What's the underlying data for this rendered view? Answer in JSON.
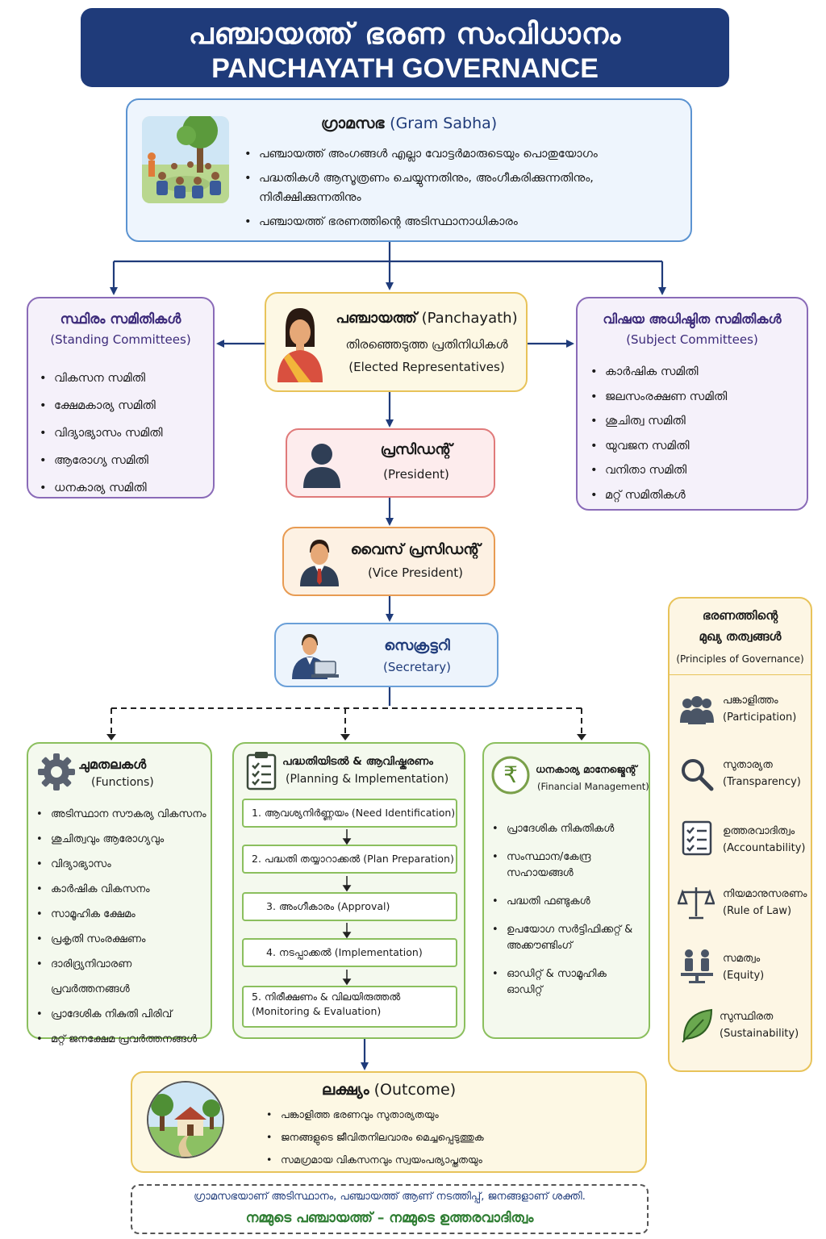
{
  "header": {
    "title_ml": "പഞ്ചായത്ത് ഭരണ സംവിധാനം",
    "title_en": "PANCHAYATH GOVERNANCE"
  },
  "gram_sabha": {
    "title_ml": "ഗ്രാമസഭ",
    "title_en": "(Gram Sabha)",
    "items": [
      "പഞ്ചായത്ത് അംഗങ്ങൾ എല്ലാ വോട്ടർമാരുടെയും പൊതുയോഗം",
      "പദ്ധതികൾ ആസൂത്രണം ചെയ്യുന്നതിനും, അംഗീകരിക്കുന്നതിനും, നിരീക്ഷിക്കുന്നതിനും",
      "പഞ്ചായത്ത് ഭരണത്തിന്റെ അടിസ്ഥാനാധികാരം"
    ]
  },
  "standing_committees": {
    "title_ml": "സ്ഥിരം സമിതികൾ",
    "title_en": "(Standing Committees)",
    "items": [
      "വികസന സമിതി",
      "ക്ഷേമകാര്യ സമിതി",
      "വിദ്യാഭ്യാസം സമിതി",
      "ആരോഗ്യ സമിതി",
      "ധനകാര്യ സമിതി"
    ]
  },
  "panchayath": {
    "title_ml": "പഞ്ചായത്ത്",
    "title_en": "(Panchayath)",
    "sub_ml": "തിരഞ്ഞെടുത്ത പ്രതിനിധികൾ",
    "sub_en": "(Elected Representatives)"
  },
  "subject_committees": {
    "title_ml": "വിഷയ അധിഷ്ഠിത സമിതികൾ",
    "title_en": "(Subject Committees)",
    "items": [
      "കാർഷിക സമിതി",
      "ജലസംരക്ഷണ സമിതി",
      "ശുചിത്വ സമിതി",
      "യുവജന സമിതി",
      "വനിതാ സമിതി",
      "മറ്റ് സമിതികൾ"
    ]
  },
  "president": {
    "title_ml": "പ്രസിഡന്റ്",
    "title_en": "(President)"
  },
  "vice_president": {
    "title_ml": "വൈസ് പ്രസിഡന്റ്",
    "title_en": "(Vice President)"
  },
  "secretary": {
    "title_ml": "സെക്രട്ടറി",
    "title_en": "(Secretary)"
  },
  "functions": {
    "title_ml": "ചുമതലകൾ",
    "title_en": "(Functions)",
    "items": [
      "അടിസ്ഥാന സൗകര്യ വികസനം",
      "ശുചിത്വവും ആരോഗ്യവും",
      "വിദ്യാഭ്യാസം",
      "കാർഷിക വികസനം",
      "സാമൂഹിക ക്ഷേമം",
      "പ്രകൃതി സംരക്ഷണം",
      "ദാരിദ്ര്യനിവാരണ പ്രവർത്തനങ്ങൾ",
      "പ്രാദേശിക നികുതി പിരിവ്",
      "മറ്റ് ജനക്ഷേമ പ്രവർത്തനങ്ങൾ"
    ]
  },
  "planning": {
    "title_ml": "പദ്ധതിയിടൽ & ആവിഷ്കരണം",
    "title_en": "(Planning & Implementation)",
    "steps": [
      "1. ആവശ്യനിർണ്ണയം (Need Identification)",
      "2. പദ്ധതി തയ്യാറാക്കൽ (Plan Preparation)",
      "3. അംഗീകാരം (Approval)",
      "4. നടപ്പാക്കൽ (Implementation)"
    ],
    "step5_line1": "5. നിരീക്ഷണം & വിലയിരുത്തൽ",
    "step5_line2": "(Monitoring & Evaluation)"
  },
  "finance": {
    "title_ml": "ധനകാര്യ മാനേജ്മെന്റ്",
    "title_en": "(Financial Management)",
    "items": [
      "പ്രാദേശിക നികുതികൾ",
      "സംസ്ഥാന/കേന്ദ്ര സഹായങ്ങൾ",
      "പദ്ധതി ഫണ്ടുകൾ",
      "ഉപയോഗ സർട്ടിഫിക്കറ്റ് & അക്കൗണ്ടിംഗ്",
      "ഓഡിറ്റ് & സാമൂഹിക ഓഡിറ്റ്"
    ]
  },
  "principles": {
    "title_ml_1": "ഭരണത്തിന്റെ",
    "title_ml_2": "മുഖ്യ തത്വങ്ങൾ",
    "title_en": "(Principles of Governance)",
    "items": [
      {
        "ml": "പങ്കാളിത്തം",
        "en": "(Participation)",
        "icon": "people-icon"
      },
      {
        "ml": "സുതാര്യത",
        "en": "(Transparency)",
        "icon": "magnifier-icon"
      },
      {
        "ml": "ഉത്തരവാദിത്വം",
        "en": "(Accountability)",
        "icon": "checklist-icon"
      },
      {
        "ml": "നിയമാനുസരണം",
        "en": "(Rule of Law)",
        "icon": "scales-icon"
      },
      {
        "ml": "സമത്വം",
        "en": "(Equity)",
        "icon": "equity-icon"
      },
      {
        "ml": "സുസ്ഥിരത",
        "en": "(Sustainability)",
        "icon": "leaf-icon"
      }
    ]
  },
  "outcome": {
    "title_ml": "ലക്ഷ്യം",
    "title_en": "(Outcome)",
    "items": [
      "പങ്കാളിത്ത ഭരണവും സുതാര്യതയും",
      "ജനങ്ങളുടെ ജീവിതനിലവാരം മെച്ചപ്പെടുത്തുക",
      "സമഗ്രമായ വികസനവും സ്വയംപര്യാപ്തതയും"
    ]
  },
  "footer": {
    "line1": "ഗ്രാമസഭയാണ് അടിസ്ഥാനം, പഞ്ചായത്ത് ആണ് നടത്തിപ്പ്, ജനങ്ങളാണ് ശക്തി.",
    "line2": "നമ്മുടെ പഞ്ചായത്ത് – നമ്മുടെ ഉത്തരവാദിത്വം"
  },
  "colors": {
    "navy": "#1f3b7a",
    "arrow": "#1f3b7a",
    "green_footer": "#2e7d32",
    "purple": "#8a6bb8"
  }
}
